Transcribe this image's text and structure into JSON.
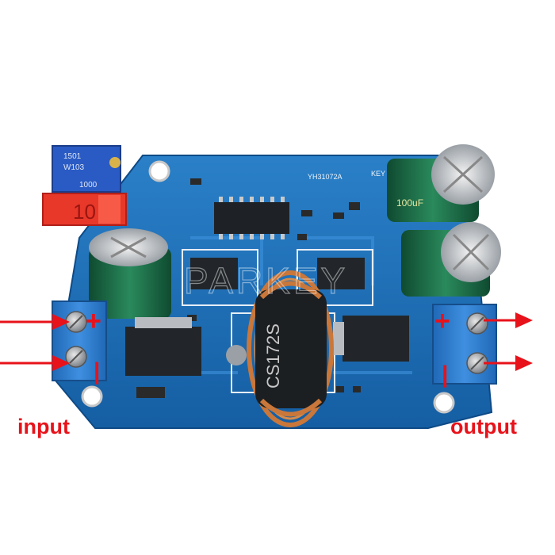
{
  "labels": {
    "input": "input",
    "output": "output",
    "plus": "+",
    "minus": "|"
  },
  "board": {
    "model": "YH31072A",
    "key": "KEY",
    "watermark": "PARKEY",
    "fuse_text": "10",
    "inductor_text": "CS172S",
    "pot_text_1": "1501",
    "pot_text_2": "W103",
    "pot_text_3": "1000",
    "cap_text": "100uF"
  },
  "colors": {
    "pcb": "#1d6fb8",
    "pcb_dark": "#0f4c8a",
    "terminal": "#2f7fd0",
    "capacitor": "#1f6e4a",
    "arrow": "#e8121a",
    "copper": "#c9773a"
  },
  "icons": {
    "arrow": "arrow-right-icon"
  }
}
